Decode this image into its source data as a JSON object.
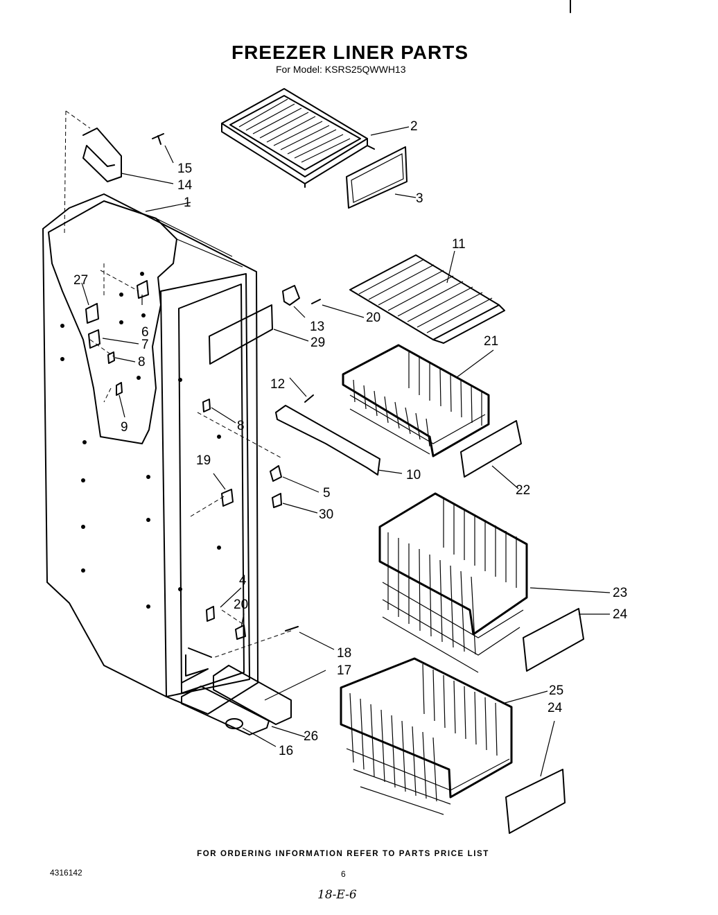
{
  "header": {
    "title": "FREEZER LINER PARTS",
    "subtitle": "For Model: KSRS25QWWH13"
  },
  "callouts": [
    {
      "id": "c1",
      "label": "1"
    },
    {
      "id": "c2",
      "label": "2"
    },
    {
      "id": "c3",
      "label": "3"
    },
    {
      "id": "c4",
      "label": "4"
    },
    {
      "id": "c5",
      "label": "5"
    },
    {
      "id": "c6",
      "label": "6"
    },
    {
      "id": "c7",
      "label": "7"
    },
    {
      "id": "c8a",
      "label": "8"
    },
    {
      "id": "c8b",
      "label": "8"
    },
    {
      "id": "c9",
      "label": "9"
    },
    {
      "id": "c10",
      "label": "10"
    },
    {
      "id": "c11",
      "label": "11"
    },
    {
      "id": "c12",
      "label": "12"
    },
    {
      "id": "c13",
      "label": "13"
    },
    {
      "id": "c14",
      "label": "14"
    },
    {
      "id": "c15",
      "label": "15"
    },
    {
      "id": "c16",
      "label": "16"
    },
    {
      "id": "c17",
      "label": "17"
    },
    {
      "id": "c18",
      "label": "18"
    },
    {
      "id": "c19",
      "label": "19"
    },
    {
      "id": "c20a",
      "label": "20"
    },
    {
      "id": "c20b",
      "label": "20"
    },
    {
      "id": "c21",
      "label": "21"
    },
    {
      "id": "c22",
      "label": "22"
    },
    {
      "id": "c23",
      "label": "23"
    },
    {
      "id": "c24a",
      "label": "24"
    },
    {
      "id": "c24b",
      "label": "24"
    },
    {
      "id": "c25",
      "label": "25"
    },
    {
      "id": "c26",
      "label": "26"
    },
    {
      "id": "c27",
      "label": "27"
    },
    {
      "id": "c29",
      "label": "29"
    },
    {
      "id": "c30",
      "label": "30"
    }
  ],
  "footer": {
    "ordering_note": "FOR ORDERING INFORMATION REFER TO PARTS PRICE LIST",
    "document_number": "4316142",
    "page_number": "6",
    "handwritten_note": "18-E-6"
  }
}
